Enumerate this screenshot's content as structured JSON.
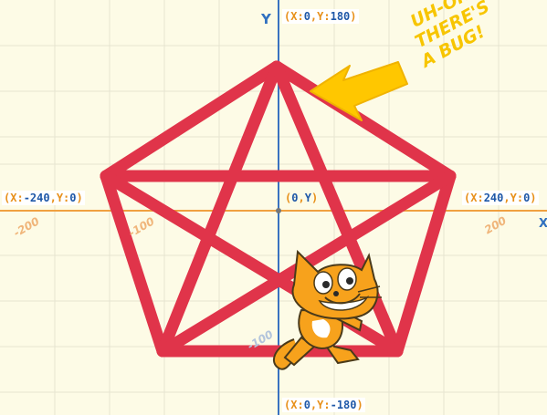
{
  "stage": {
    "y_axis_label": "Y",
    "x_axis_label": "X"
  },
  "coordinates": {
    "top": {
      "k1": "(X:",
      "v1": "0",
      "k2": ",Y:",
      "v2": "180",
      "close": ")"
    },
    "bottom": {
      "k1": "(X:",
      "v1": "0",
      "k2": ",Y:",
      "v2": "-180",
      "close": ")"
    },
    "left": {
      "k1": "(X:",
      "v1": "-240",
      "k2": ",Y:",
      "v2": "0",
      "close": ")"
    },
    "right": {
      "k1": "(X:",
      "v1": "240",
      "k2": ",Y:",
      "v2": "0",
      "close": ")"
    },
    "center": {
      "k1": "(",
      "v1": "0",
      "k2": ",",
      "v2": "Y",
      "close": ")"
    }
  },
  "ticks": {
    "x_neg_200": "-200",
    "x_neg_100": "-100",
    "x_pos_200": "200",
    "y_neg_100": "-100"
  },
  "callout": {
    "line1": "UH-OH!",
    "line2": "THERE'S",
    "line3": "A BUG!"
  },
  "colors": {
    "shape": "#e0344a",
    "arrow": "#ffc700",
    "x_axis": "#f0a040",
    "y_axis": "#3a72c0"
  },
  "icons": {
    "sprite": "scratch-cat-icon",
    "pointer": "arrow-icon"
  }
}
